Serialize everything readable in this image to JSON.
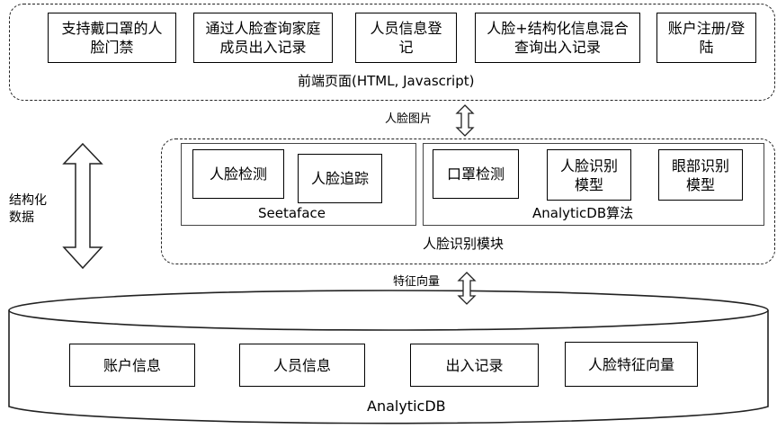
{
  "frontend": {
    "items": [
      "支持戴口罩的人脸门禁",
      "通过人脸查询家庭成员出入记录",
      "人员信息登记",
      "人脸+结构化信息混合查询出入记录",
      "账户注册/登陆"
    ],
    "title": "前端页面(HTML, Javascript)"
  },
  "arrows": {
    "face_image": "人脸图片",
    "structured_data": "结构化数据",
    "feature_vector": "特征向量"
  },
  "recognition": {
    "title": "人脸识别模块",
    "seetaface": {
      "label": "Seetaface",
      "items": [
        "人脸检测",
        "人脸追踪"
      ]
    },
    "analyticdb_algo": {
      "label": "AnalyticDB算法",
      "items": [
        "口罩检测",
        "人脸识别模型",
        "眼部识别模型"
      ]
    }
  },
  "database": {
    "label": "AnalyticDB",
    "items": [
      "账户信息",
      "人员信息",
      "出入记录",
      "人脸特征向量"
    ]
  }
}
